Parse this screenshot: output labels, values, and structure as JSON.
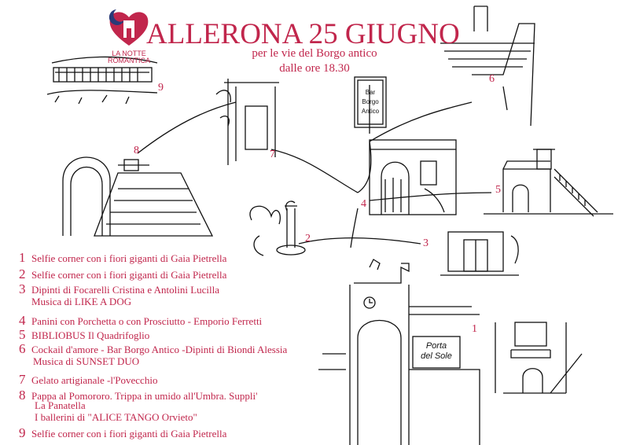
{
  "header": {
    "title": "ALLERONA 25 GIUGNO",
    "subtitle": "per le vie del Borgo antico",
    "time": "dalle ore 18.30"
  },
  "logo": {
    "line1": "LA NOTTE",
    "line2": "ROMANTICA"
  },
  "signs": {
    "bar": [
      "Bar",
      "Borgo",
      "Antico"
    ],
    "porta": [
      "Porta",
      "del Sole"
    ]
  },
  "markers": [
    "1",
    "2",
    "3",
    "4",
    "5",
    "6",
    "7",
    "8",
    "9"
  ],
  "legend": [
    {
      "num": "1",
      "lines": [
        "Selfie corner con i fiori giganti di Gaia Pietrella"
      ]
    },
    {
      "num": "2",
      "lines": [
        "Selfie corner con i fiori giganti di Gaia Pietrella"
      ]
    },
    {
      "num": "3",
      "lines": [
        "Dipinti di Focarelli Cristina e Antolini Lucilla",
        "Musica di LIKE A DOG"
      ]
    },
    {
      "num": "4",
      "lines": [
        "Panini con Porchetta o con Prosciutto - Emporio Ferretti"
      ]
    },
    {
      "num": "5",
      "lines": [
        "BIBLIOBUS Il Quadrifoglio"
      ]
    },
    {
      "num": "6",
      "lines": [
        "Cockail d'amore - Bar Borgo Antico -Dipinti di Biondi Alessia",
        "Musica di SUNSET DUO"
      ]
    },
    {
      "num": "7",
      "lines": [
        "Gelato artigianale -l'Povecchio"
      ]
    },
    {
      "num": "8",
      "lines": [
        "Pappa al Pomororo. Trippa in umido all'Umbra. Suppli'",
        "La Panatella",
        "I ballerini di \"ALICE TANGO Orvieto\""
      ]
    },
    {
      "num": "9",
      "lines": [
        "Selfie corner con i fiori giganti di Gaia Pietrella"
      ]
    }
  ],
  "colors": {
    "accent": "#c1264c",
    "ink": "#111111"
  }
}
